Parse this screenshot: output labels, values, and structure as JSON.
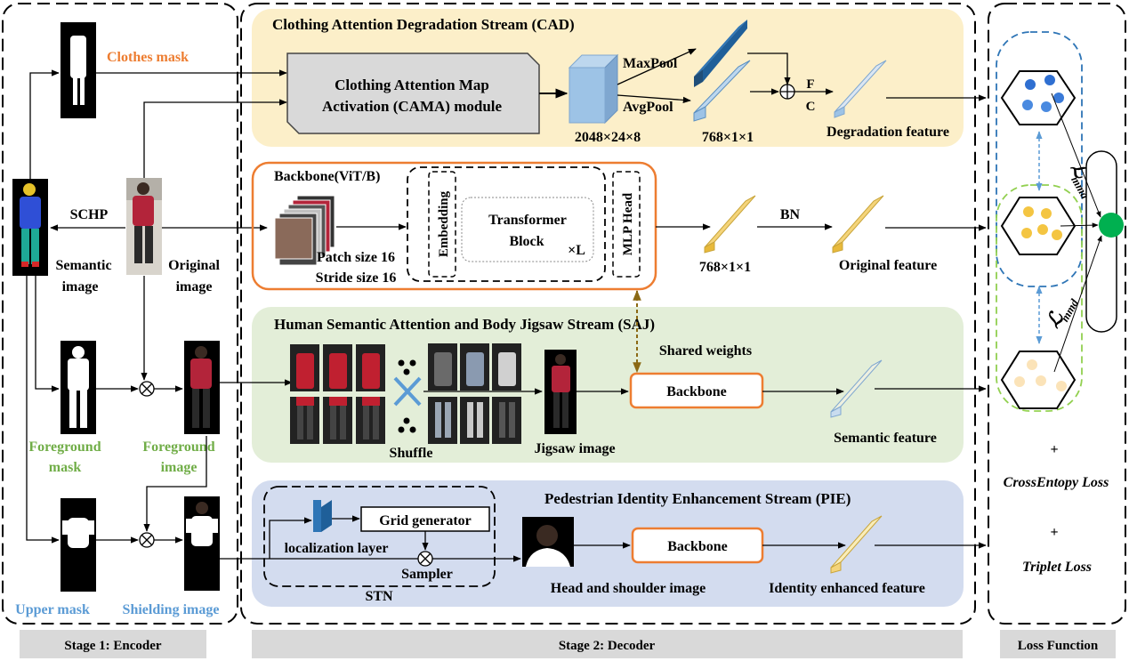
{
  "stage1": {
    "label": "Stage 1: Encoder",
    "clothes_mask": "Clothes mask",
    "schp": "SCHP",
    "semantic_image": [
      "Semantic",
      "image"
    ],
    "original_image": [
      "Original",
      "image"
    ],
    "foreground_mask": [
      "Foreground",
      "mask"
    ],
    "foreground_image": [
      "Foreground",
      "image"
    ],
    "upper_mask": "Upper mask",
    "shielding_image": "Shielding image"
  },
  "stage2": {
    "label": "Stage 2: Decoder",
    "cad": {
      "title": "Clothing Attention Degradation Stream (CAD)",
      "cama": [
        "Clothing Attention Map",
        "Activation (CAMA) module"
      ],
      "maxpool": "MaxPool",
      "avgpool": "AvgPool",
      "f": "F",
      "c": "C",
      "dim_a": "2048×24×8",
      "dim_b": "768×1×1",
      "output": "Degradation feature"
    },
    "backbone_vit": {
      "title": "Backbone(ViT/B)",
      "patch": "Patch size 16",
      "stride": "Stride size 16",
      "embedding": "Embedding",
      "transformer": [
        "Transformer",
        "Block"
      ],
      "times_l": "×L",
      "mlp": "MLP Head",
      "bn": "BN",
      "dim": "768×1×1",
      "output": "Original feature"
    },
    "saj": {
      "title": "Human Semantic Attention and Body Jigsaw Stream (SAJ)",
      "shared": "Shared weights",
      "backbone": "Backbone",
      "shuffle": "Shuffle",
      "jigsaw": "Jigsaw image",
      "output": "Semantic feature"
    },
    "pie": {
      "title": "Pedestrian Identity Enhancement Stream (PIE)",
      "grid": "Grid generator",
      "loc": "localization layer",
      "sampler": "Sampler",
      "stn": "STN",
      "backbone": "Backbone",
      "head": "Head and shoulder image",
      "output": "Identity enhanced feature"
    }
  },
  "loss": {
    "label": "Loss Function",
    "mmd": "mmd",
    "plus": "+",
    "ce": "CrossEntopy Loss",
    "triplet": "Triplet Loss"
  },
  "colors": {
    "cad_bg": "#fcefc9",
    "saj_bg": "#e3eed8",
    "pie_bg": "#d3dcef",
    "orange": "#ed7d31",
    "green_text": "#70ad47",
    "blue_text": "#5b9bd5",
    "bar_gray": "#d9d9d9",
    "cube_blue": "#9dc3e6",
    "dark_blue": "#2e75b6",
    "gold": "#f4c542",
    "green_node": "#00b050"
  }
}
